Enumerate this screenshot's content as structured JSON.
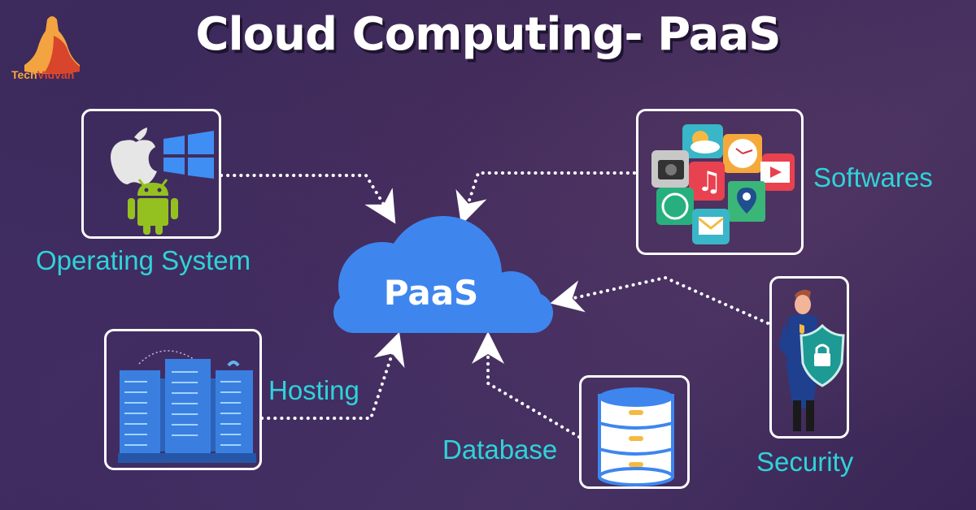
{
  "title": "Cloud Computing- PaaS",
  "logo": {
    "part1": "Tech",
    "part2": "Vidvan"
  },
  "center": {
    "label": "PaaS",
    "color": "#3e86ee"
  },
  "components": [
    {
      "id": "os",
      "label": "Operating System",
      "icons": [
        "apple-icon",
        "windows-icon",
        "android-icon"
      ]
    },
    {
      "id": "softwares",
      "label": "Softwares",
      "icons": [
        "camera-icon",
        "weather-icon",
        "clock-icon",
        "music-icon",
        "video-icon",
        "phone-icon",
        "map-icon",
        "mail-icon"
      ]
    },
    {
      "id": "security",
      "label": "Security",
      "icons": [
        "superhero-icon",
        "shield-lock-icon"
      ]
    },
    {
      "id": "hosting",
      "label": "Hosting",
      "icons": [
        "server-rack-icon"
      ]
    },
    {
      "id": "database",
      "label": "Database",
      "icons": [
        "database-icon"
      ]
    }
  ],
  "colors": {
    "label": "#2fd3d9",
    "background": "#3d2b5e",
    "arrow": "#ffffff"
  }
}
